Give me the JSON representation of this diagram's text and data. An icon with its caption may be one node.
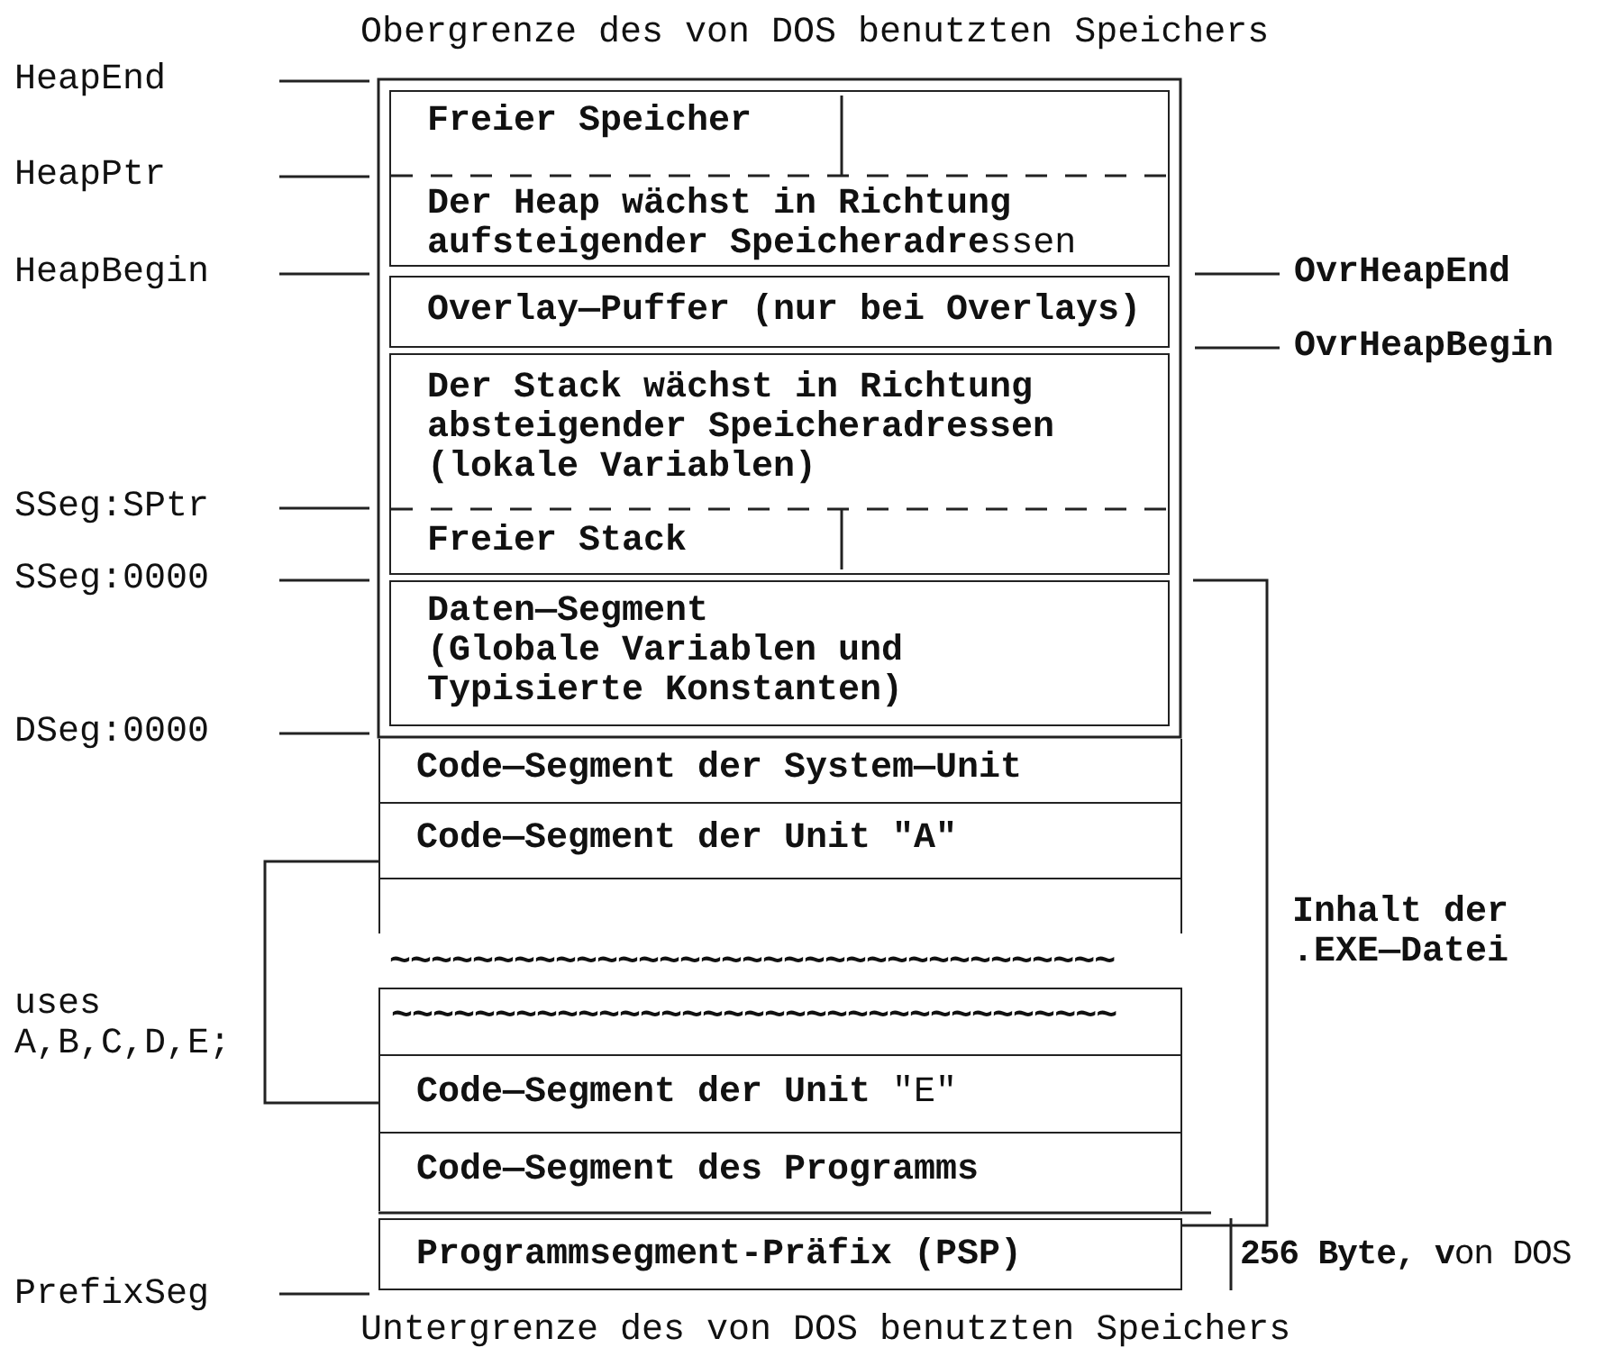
{
  "diagram": {
    "title": "Obergrenze des von DOS benutzten Speichers",
    "caption": "Untergrenze des von DOS benutzten Speichers",
    "nodes": [
      {
        "text": [
          "Freier Speicher"
        ]
      },
      {
        "text": [
          "**Der Heap wächst in Richtung aufsteigender Speicheradre**ssen"
        ]
      },
      {
        "text": [
          "Overlay—Puffer (nur bei Overlays)"
        ]
      },
      {
        "text": [
          "Der Stack wächst in Richtung absteigender Speicheradressen (lokale Variablen)"
        ]
      },
      {
        "text": [
          "Freier Stack"
        ]
      },
      {
        "text": [
          "Daten—Segment",
          "(Globale Variablen und Typisierte Konstanten)"
        ]
      },
      {
        "text": [
          "Code—Segment der System—Unit"
        ]
      },
      {
        "text": [
          "Code—Segment der Unit \"A\""
        ]
      },
      {
        "text": [],
        "shape": "box"
      },
      {
        "text": [
          "~~~~~~~~~~~~~~~~~~~~~~~~~~~~~~~~~~~"
        ]
      },
      {
        "text": [
          "~~~~~~~~~~~~~~~~~~~~~~~~~~~~~~~~~~~"
        ]
      },
      {
        "text": [
          "**Code—Segment der Unit** \"E\""
        ]
      },
      {
        "text": [
          "Code—Segment des Programms"
        ]
      },
      {
        "text": [
          "Programmsegment-Präfix (PSP)"
        ]
      }
    ],
    "labels": [
      "HeapEnd",
      "HeapPtr",
      "HeapBegin",
      "OvrHeapEnd",
      "OvrHeapBegin",
      "SSeg:SPtr",
      "SSeg:0000",
      "DSeg:0000",
      "Inhalt der .EXE—Datei",
      "uses A,B,C,D,E;",
      "**256 Byte, v**on DOS",
      "PrefixSeg"
    ]
  }
}
